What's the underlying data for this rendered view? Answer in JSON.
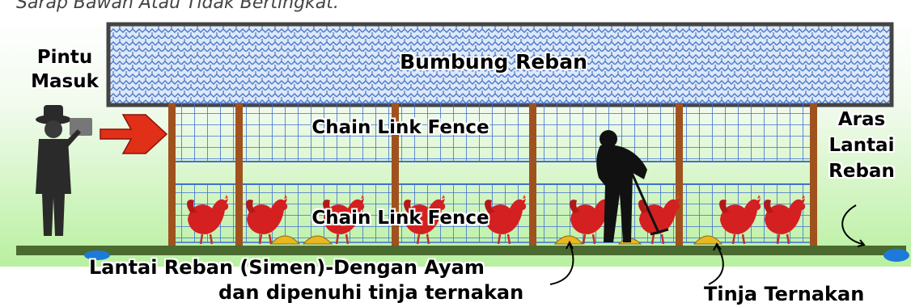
{
  "caption": "Sarap Bawah Atau Tidak Bertingkat.",
  "labels": {
    "roof": "Bumbung Reban",
    "entrance_line1": "Pintu",
    "entrance_line2": "Masuk",
    "fence_upper": "Chain Link Fence",
    "fence_lower": "Chain Link Fence",
    "floor_level_line1": "Aras",
    "floor_level_line2": "Lantai",
    "floor_level_line3": "Reban",
    "floor_line1": "Lantai Reban (Simen)-Dengan Ayam",
    "floor_line2": "dan dipenuhi tinja ternakan",
    "droppings": "Tinja Ternakan"
  },
  "colors": {
    "sky_top": "#ffffff",
    "sky_bottom": "#b9f0a0",
    "roof": "#dde8f8",
    "roof_pattern": "#4a78c8",
    "roof_border": "#444444",
    "post": "#a0521e",
    "mesh": "#3f6fd4",
    "ground": "#4a6b2f",
    "arrow": "#e03018",
    "chicken": "#d42020",
    "droppings": "#e8b820",
    "water": "#1e7ad8"
  },
  "icons": [
    "farmer-icon",
    "worker-with-rake-icon",
    "chicken-icon",
    "arrow-right-icon",
    "droppings-icon"
  ]
}
